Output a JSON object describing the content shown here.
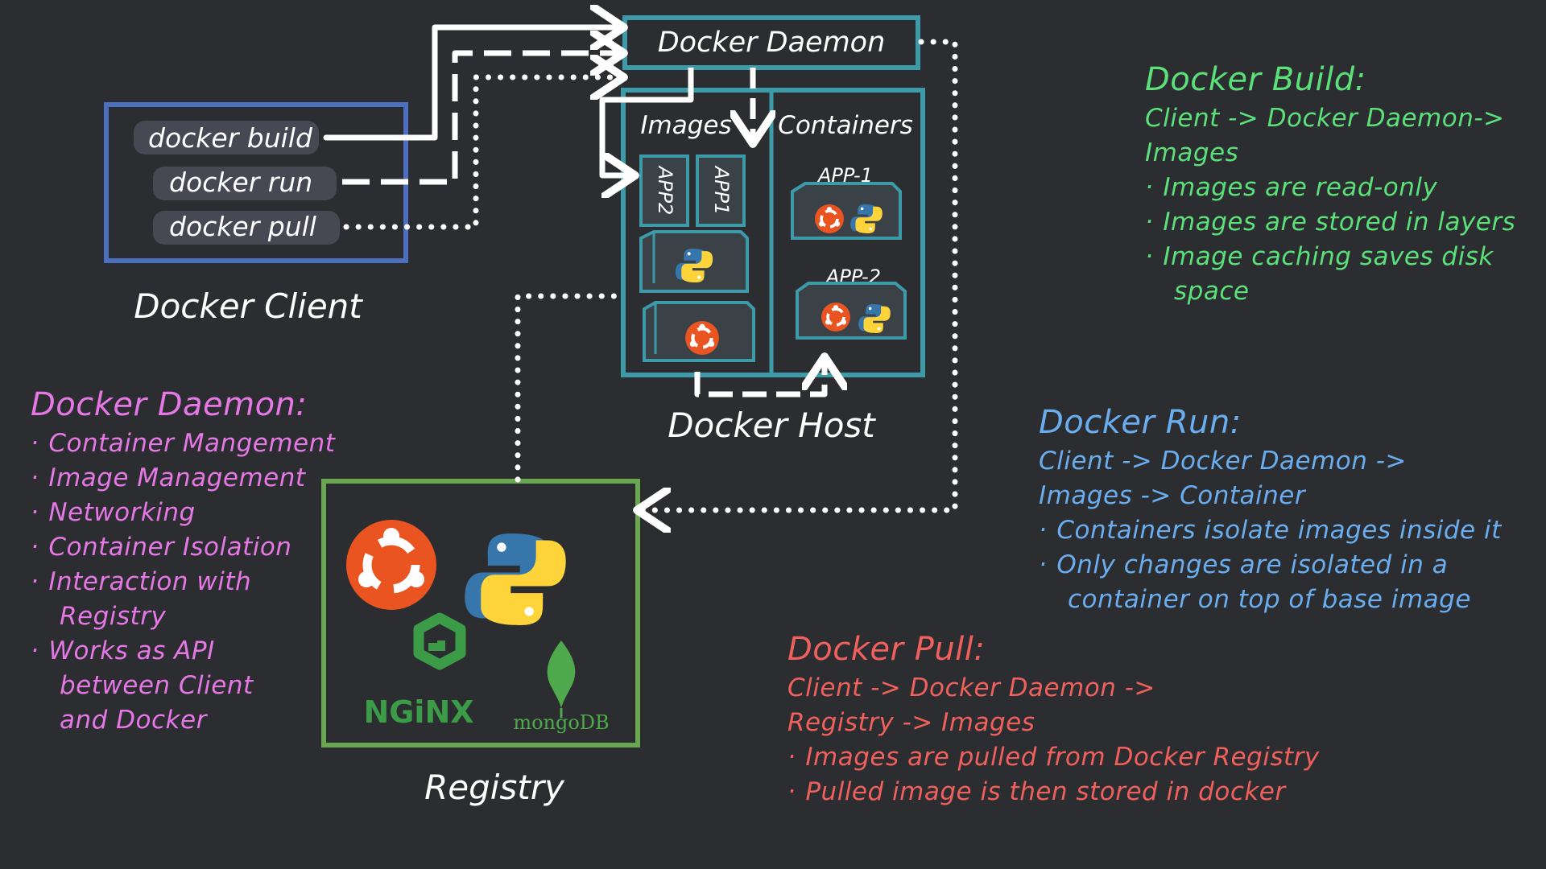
{
  "colors": {
    "background": "#2b2d30",
    "client_box": "#4d6fc0",
    "host_box": "#3d9aa8",
    "registry_box": "#6aa84f",
    "build": "#5be07a",
    "run": "#6aaef0",
    "pull": "#f0605c",
    "daemon_notes": "#e678e6",
    "ubuntu": "#e95420",
    "python_blue": "#3776ab",
    "python_yellow": "#ffd43b",
    "nginx": "#3b9b47",
    "mongodb": "#4fa94d"
  },
  "client": {
    "title": "Docker Client",
    "commands": [
      "docker build",
      "docker run",
      "docker pull"
    ]
  },
  "daemon": {
    "label": "Docker Daemon"
  },
  "host": {
    "title": "Docker Host",
    "images_label": "Images",
    "containers_label": "Containers",
    "image_tiles": [
      "APP2",
      "APP1"
    ],
    "containers": [
      "APP-1",
      "APP-2"
    ]
  },
  "registry": {
    "title": "Registry",
    "logos": {
      "nginx": "NGiNX",
      "mongodb": "mongoDB"
    }
  },
  "panels": {
    "build": {
      "title": "Docker Build:",
      "flow": [
        "Client -> Docker Daemon->",
        "Images"
      ],
      "bullets": [
        {
          "text": "Images are read-only"
        },
        {
          "text": "Images are stored in layers"
        },
        {
          "text": "Image caching saves disk",
          "cont": "space"
        }
      ]
    },
    "run": {
      "title": "Docker Run:",
      "flow": [
        "Client -> Docker Daemon ->",
        "Images -> Container"
      ],
      "bullets": [
        {
          "text": "Containers isolate images inside it"
        },
        {
          "text": "Only changes are isolated in a",
          "cont": "container on top of base image"
        }
      ]
    },
    "pull": {
      "title": "Docker Pull:",
      "flow": [
        "Client -> Docker Daemon ->",
        "Registry -> Images"
      ],
      "bullets": [
        {
          "text": "Images are pulled from Docker Registry"
        },
        {
          "text": "Pulled image is then stored in docker"
        }
      ]
    },
    "daemon": {
      "title": "Docker Daemon:",
      "flow": [],
      "bullets": [
        {
          "text": "Container Mangement"
        },
        {
          "text": "Image Management"
        },
        {
          "text": "Networking"
        },
        {
          "text": "Container Isolation"
        },
        {
          "text": "Interaction with",
          "cont": "Registry"
        },
        {
          "text": "Works as API",
          "cont": "between Client"
        },
        {
          "text": "",
          "cont": "and Docker"
        }
      ]
    }
  }
}
